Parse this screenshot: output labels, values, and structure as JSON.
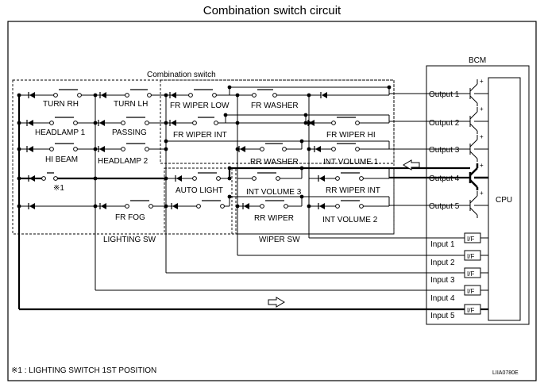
{
  "title": "Combination switch circuit",
  "combination_switch_label": "Combination switch",
  "bcm_label": "BCM",
  "cpu_label": "CPU",
  "lighting_sw_label": "LIGHTING SW",
  "wiper_sw_label": "WIPER SW",
  "lighting_switches": {
    "turn_rh": "TURN RH",
    "turn_lh": "TURN LH",
    "headlamp_1": "HEADLAMP 1",
    "passing": "PASSING",
    "hi_beam": "HI BEAM",
    "headlamp_2": "HEADLAMP 2",
    "first_position_marker": "※1",
    "auto_light": "AUTO LIGHT",
    "fr_fog": "FR FOG"
  },
  "wiper_switches": {
    "fr_wiper_low": "FR WIPER LOW",
    "fr_washer": "FR WASHER",
    "fr_wiper_int": "FR WIPER INT",
    "fr_wiper_hi": "FR WIPER HI",
    "rr_washer": "RR WASHER",
    "int_volume_1": "INT VOLUME 1",
    "int_volume_3": "INT VOLUME 3",
    "rr_wiper_int": "RR WIPER INT",
    "rr_wiper": "RR WIPER",
    "int_volume_2": "INT VOLUME 2"
  },
  "outputs": [
    "Output 1",
    "Output 2",
    "Output 3",
    "Output 4",
    "Output 5"
  ],
  "inputs": [
    "Input 1",
    "Input 2",
    "Input 3",
    "Input 4",
    "Input 5"
  ],
  "interface_label": "I/F",
  "plus_sign": "+",
  "footnote": "※1 : LIGHTING SWITCH 1ST POSITION",
  "figure_code": "LIIA0780E"
}
